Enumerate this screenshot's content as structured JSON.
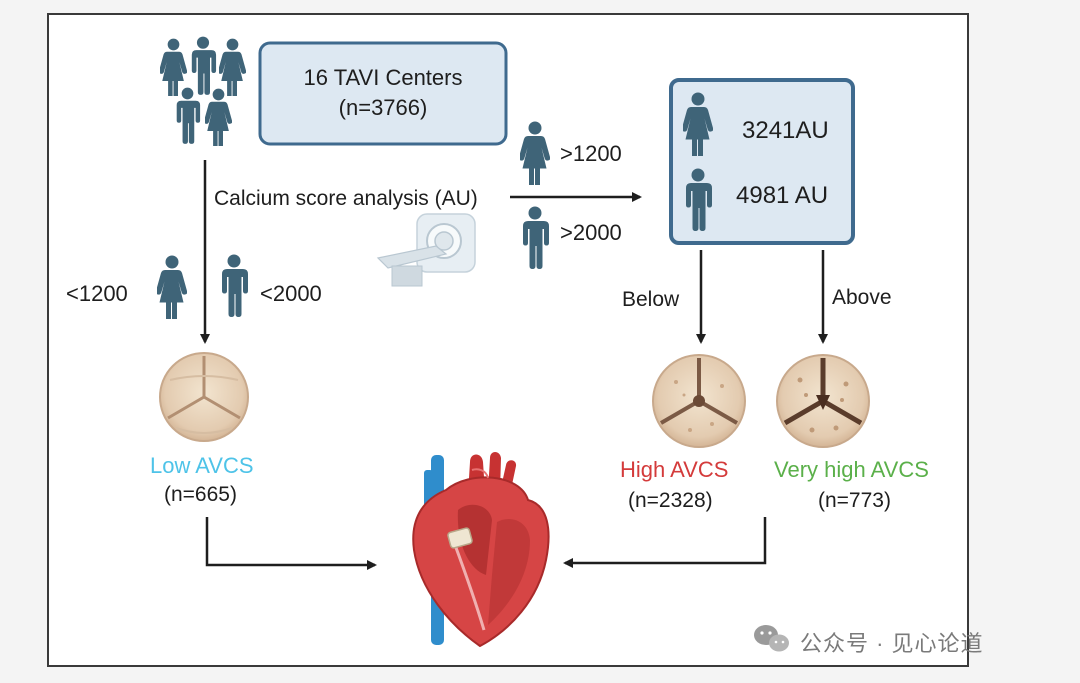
{
  "centers_box": {
    "line1": "16 TAVI Centers",
    "line2": "(n=3766)"
  },
  "analysis_label": "Calcium score analysis (AU)",
  "thresholds_right": {
    "female": ">1200",
    "male": ">2000"
  },
  "thresholds_left": {
    "female": "<1200",
    "male": "<2000"
  },
  "cutoff_box": {
    "female_value": "3241AU",
    "male_value": "4981 AU"
  },
  "split_labels": {
    "below": "Below",
    "above": "Above"
  },
  "groups": {
    "low": {
      "label": "Low AVCS",
      "n": "(n=665)"
    },
    "high": {
      "label": "High AVCS",
      "n": "(n=2328)"
    },
    "very_high": {
      "label": "Very high AVCS",
      "n": "(n=773)"
    }
  },
  "watermark": "公众号 · 见心论道",
  "colors": {
    "person": "#3f6478",
    "box_fill": "#dde8f2",
    "box_border": "#3f6a8e",
    "arrow": "#1e1e1e",
    "low": "#4ec3e8",
    "high": "#d43b3b",
    "very_high": "#5bb04a"
  }
}
